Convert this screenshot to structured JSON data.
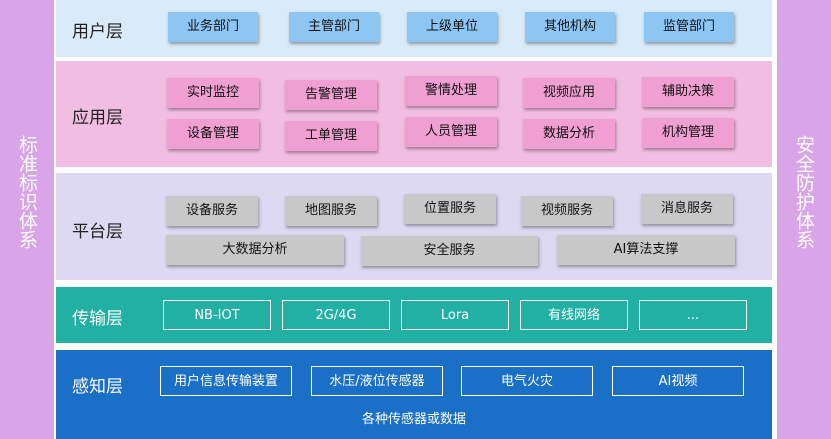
{
  "side_left": "标准标识体系",
  "side_right": "安全防护体系",
  "layers": {
    "user": {
      "title": "用户层",
      "items": [
        "业务部门",
        "主管部门",
        "上级单位",
        "其他机构",
        "监管部门"
      ]
    },
    "app": {
      "title": "应用层",
      "row1": [
        "实时监控",
        "告警管理",
        "警情处理",
        "视频应用",
        "辅助决策"
      ],
      "row2": [
        "设备管理",
        "工单管理",
        "人员管理",
        "数据分析",
        "机构管理"
      ]
    },
    "platform": {
      "title": "平台层",
      "row1": [
        "设备服务",
        "地图服务",
        "位置服务",
        "视频服务",
        "消息服务"
      ],
      "row2": [
        "大数据分析",
        "安全服务",
        "AI算法支撑"
      ]
    },
    "transport": {
      "title": "传输层",
      "items": [
        "NB-IOT",
        "2G/4G",
        "Lora",
        "有线网络",
        "..."
      ]
    },
    "sensing": {
      "title": "感知层",
      "items": [
        "用户信息传输装置",
        "水压/液位传感器",
        "电气火灾",
        "AI视频"
      ],
      "caption": "各种传感器或数据"
    }
  },
  "colors": {
    "side": "#d9a5e8",
    "user_bg": "#d9ebf8",
    "app_bg": "#f2bde2",
    "platform_bg": "#ddd9f3",
    "transport_bg": "#23b0a4",
    "sensing_bg": "#1a6fc6"
  }
}
